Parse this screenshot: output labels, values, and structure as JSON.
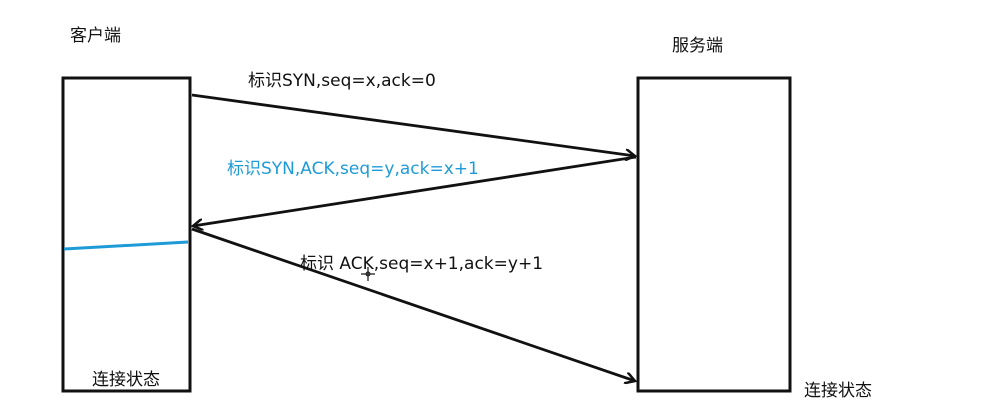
{
  "client": {
    "title": "客户端",
    "state": "连接状态"
  },
  "server": {
    "title": "服务端",
    "state": "连接状态"
  },
  "messages": [
    {
      "text": "标识SYN,seq=x,ack=0",
      "direction": "client-to-server",
      "color": "#111111"
    },
    {
      "text": "标识SYN,ACK,seq=y,ack=x+1",
      "direction": "server-to-client",
      "color": "#1e9bd7"
    },
    {
      "text": "标识 ACK,seq=x+1,ack=y+1",
      "direction": "client-to-server",
      "color": "#111111"
    }
  ],
  "colors": {
    "line": "#111111",
    "accent": "#1e9bd7"
  },
  "icons": {
    "cursor": "crosshair-cursor-icon"
  }
}
